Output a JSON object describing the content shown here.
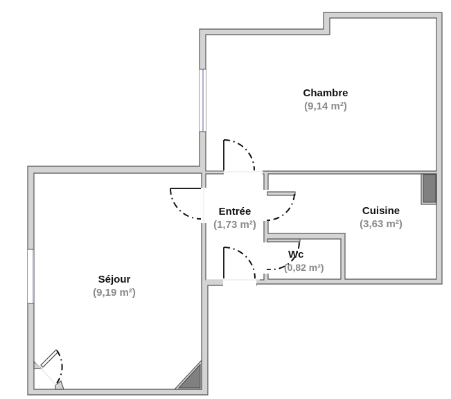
{
  "plan": {
    "colors": {
      "wall_fill": "#d4d4d4",
      "wall_stroke": "#555555",
      "equipment": "#808080",
      "window": "#7a7ab8",
      "room_name": "#111111",
      "room_area": "#8a8a8a"
    },
    "rooms": [
      {
        "name": "Chambre",
        "area": "(9,14 m²)"
      },
      {
        "name": "Entrée",
        "area": "(1,73 m²)"
      },
      {
        "name": "Cuisine",
        "area": "(3,63 m²)"
      },
      {
        "name": "Wc",
        "area": "(0,82 m²)"
      },
      {
        "name": "Séjour",
        "area": "(9,19 m²)"
      }
    ]
  }
}
